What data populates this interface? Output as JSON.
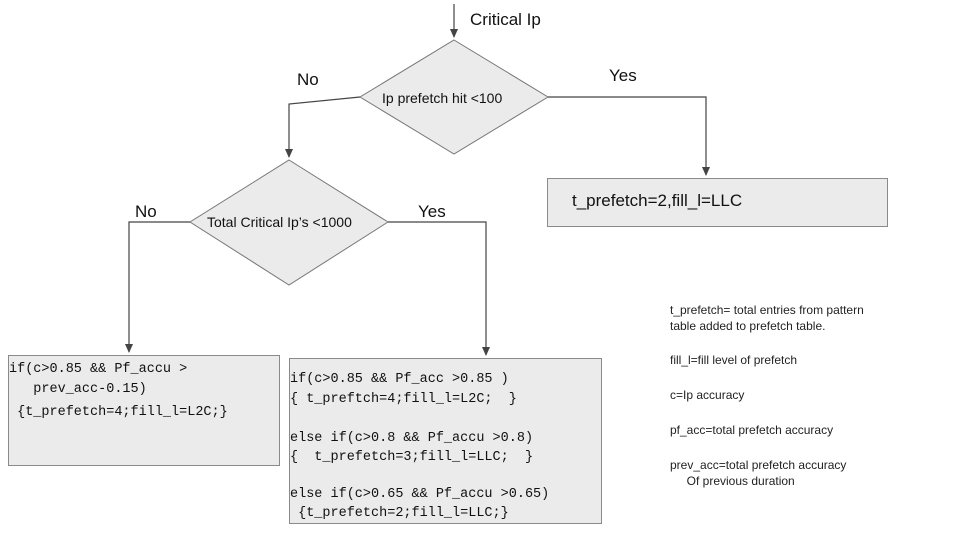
{
  "top_label": "Critical Ip",
  "decision1": {
    "text": "Ip prefetch hit <100",
    "no": "No",
    "yes": "Yes"
  },
  "decision2": {
    "text": "Total Critical Ip’s <1000",
    "no": "No",
    "yes": "Yes"
  },
  "result_yes1": "t_prefetch=2,fill_l=LLC",
  "left_box": [
    "if(c>0.85 && Pf_accu >",
    "   prev_acc-0.15)",
    " {t_prefetch=4;fill_l=L2C;}"
  ],
  "right_box": [
    "if(c>0.85 && Pf_acc >0.85 )",
    "{ t_preftch=4;fill_l=L2C;  }",
    "",
    "else if(c>0.8 && Pf_accu >0.8)",
    "{  t_prefetch=3;fill_l=LLC;  }",
    "",
    "else if(c>0.65 && Pf_accu >0.65)",
    " {t_prefetch=2;fill_l=LLC;}"
  ],
  "legend": {
    "t_prefetch": "t_prefetch= total entries from pattern\ntable added to prefetch table.",
    "fill_l": "fill_l=fill level of prefetch",
    "c": "c=Ip accuracy",
    "pf_acc": "pf_acc=total prefetch accuracy",
    "prev_acc": "prev_acc=total prefetch accuracy\n     Of previous duration"
  }
}
